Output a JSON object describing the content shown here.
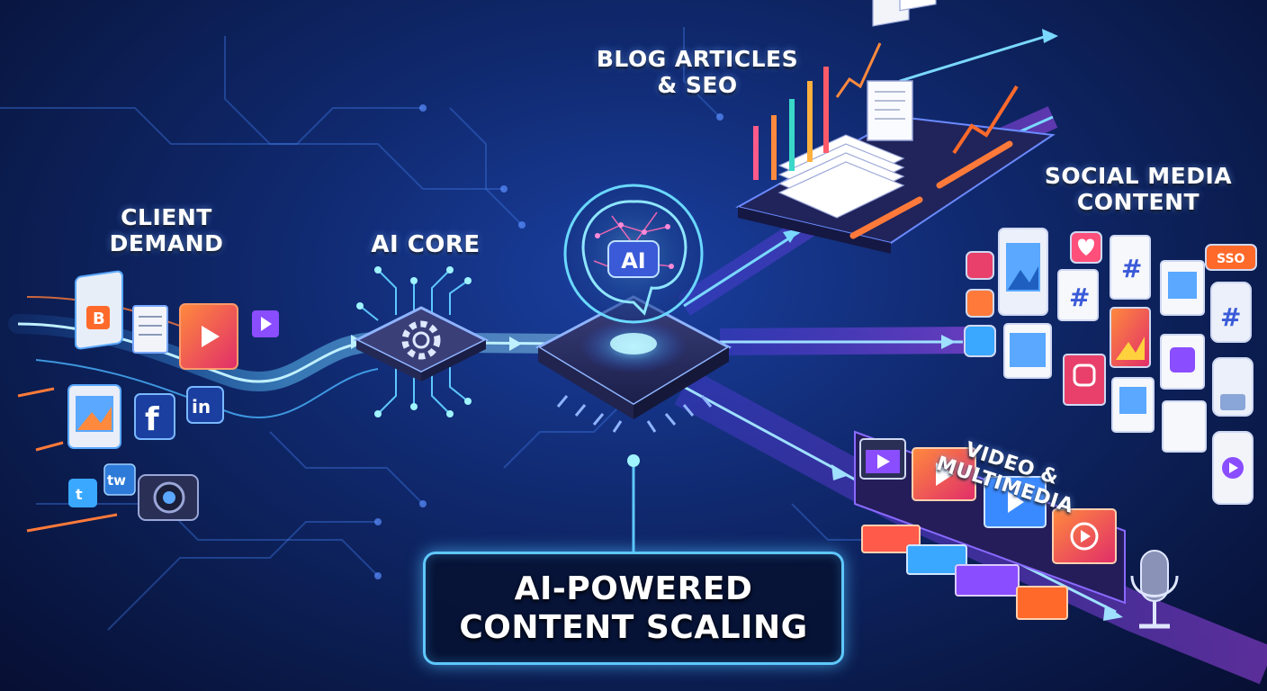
{
  "labels": {
    "client": [
      "CLIENT",
      "DEMAND"
    ],
    "core": [
      "AI CORE"
    ],
    "blog": [
      "BLOG ARTICLES",
      "& SEO"
    ],
    "social": [
      "SOCIAL MEDIA",
      "CONTENT"
    ],
    "video": [
      "VIDEO & MULTIMEDIA"
    ],
    "chip": "AI"
  },
  "title": [
    "AI-POWERED",
    "CONTENT SCALING"
  ],
  "icons": {
    "social_badges": [
      "f",
      "in",
      "tw",
      "#",
      "SSO"
    ]
  },
  "colors": {
    "accent_cyan": "#5ec8ff",
    "accent_purple": "#8a4dff",
    "orange": "#ff6a2b",
    "pink": "#ff4f9a"
  }
}
